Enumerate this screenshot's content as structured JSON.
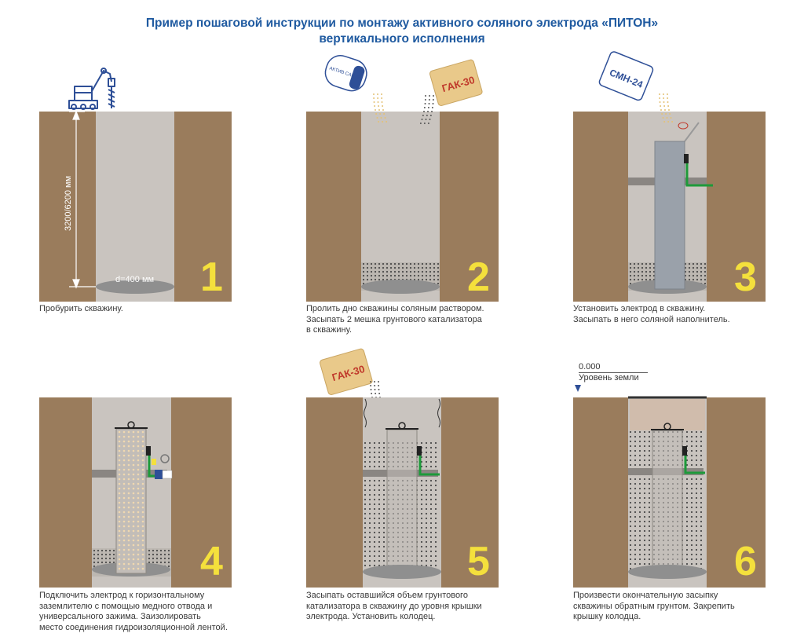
{
  "title": {
    "line1": "Пример пошаговой инструкции по монтажу активного соляного электрода «ПИТОН»",
    "line2": "вертикального исполнения"
  },
  "colors": {
    "soil": "#9a7c5c",
    "shaft": "#c9c4bf",
    "electrode": "#9aa1aa",
    "green": "#1d9a3a",
    "number": "#f4e03c",
    "title": "#1f5aa0",
    "bag": "#e9c98a",
    "bag_blue": "#2e4f97"
  },
  "steps": [
    {
      "number": "1",
      "caption": [
        "Пробурить скважину."
      ]
    },
    {
      "number": "2",
      "caption": [
        "Пролить дно скважины соляным раствором.",
        "Засыпать 2 мешка грунтового катализатора",
        "в скважину."
      ]
    },
    {
      "number": "3",
      "caption": [
        "Установить электрод в скважину.",
        "Засыпать в него соляной наполнитель."
      ]
    },
    {
      "number": "4",
      "caption": [
        "Подключить электрод к горизонтальному",
        "заземлителю с помощью медного отвода и",
        "универсального зажима. Заизолировать",
        "место соединения гидроизоляционной лентой."
      ]
    },
    {
      "number": "5",
      "caption": [
        "Засыпать оставшийся объем грунтового",
        "катализатора в скважину до уровня крышки",
        "электрода. Установить колодец."
      ]
    },
    {
      "number": "6",
      "caption": [
        "Произвести окончательную засыпку",
        "скважины обратным грунтом. Закрепить",
        "крышку колодца."
      ]
    }
  ],
  "labels": {
    "depth": "3200/6200 мм",
    "diameter": "d=400 мм",
    "bag_gak": "ГАК-30",
    "bag_smn": "СМН-24",
    "bag_active": "АКТИВ САНТЯ",
    "ground_level_value": "0.000",
    "ground_level_text": "Уровень земли"
  },
  "icons": [
    "drilling-rig-icon",
    "salt-bottle-icon",
    "catalyst-bag-icon",
    "filler-bag-icon",
    "clamp-icon",
    "ground-level-marker-icon"
  ]
}
